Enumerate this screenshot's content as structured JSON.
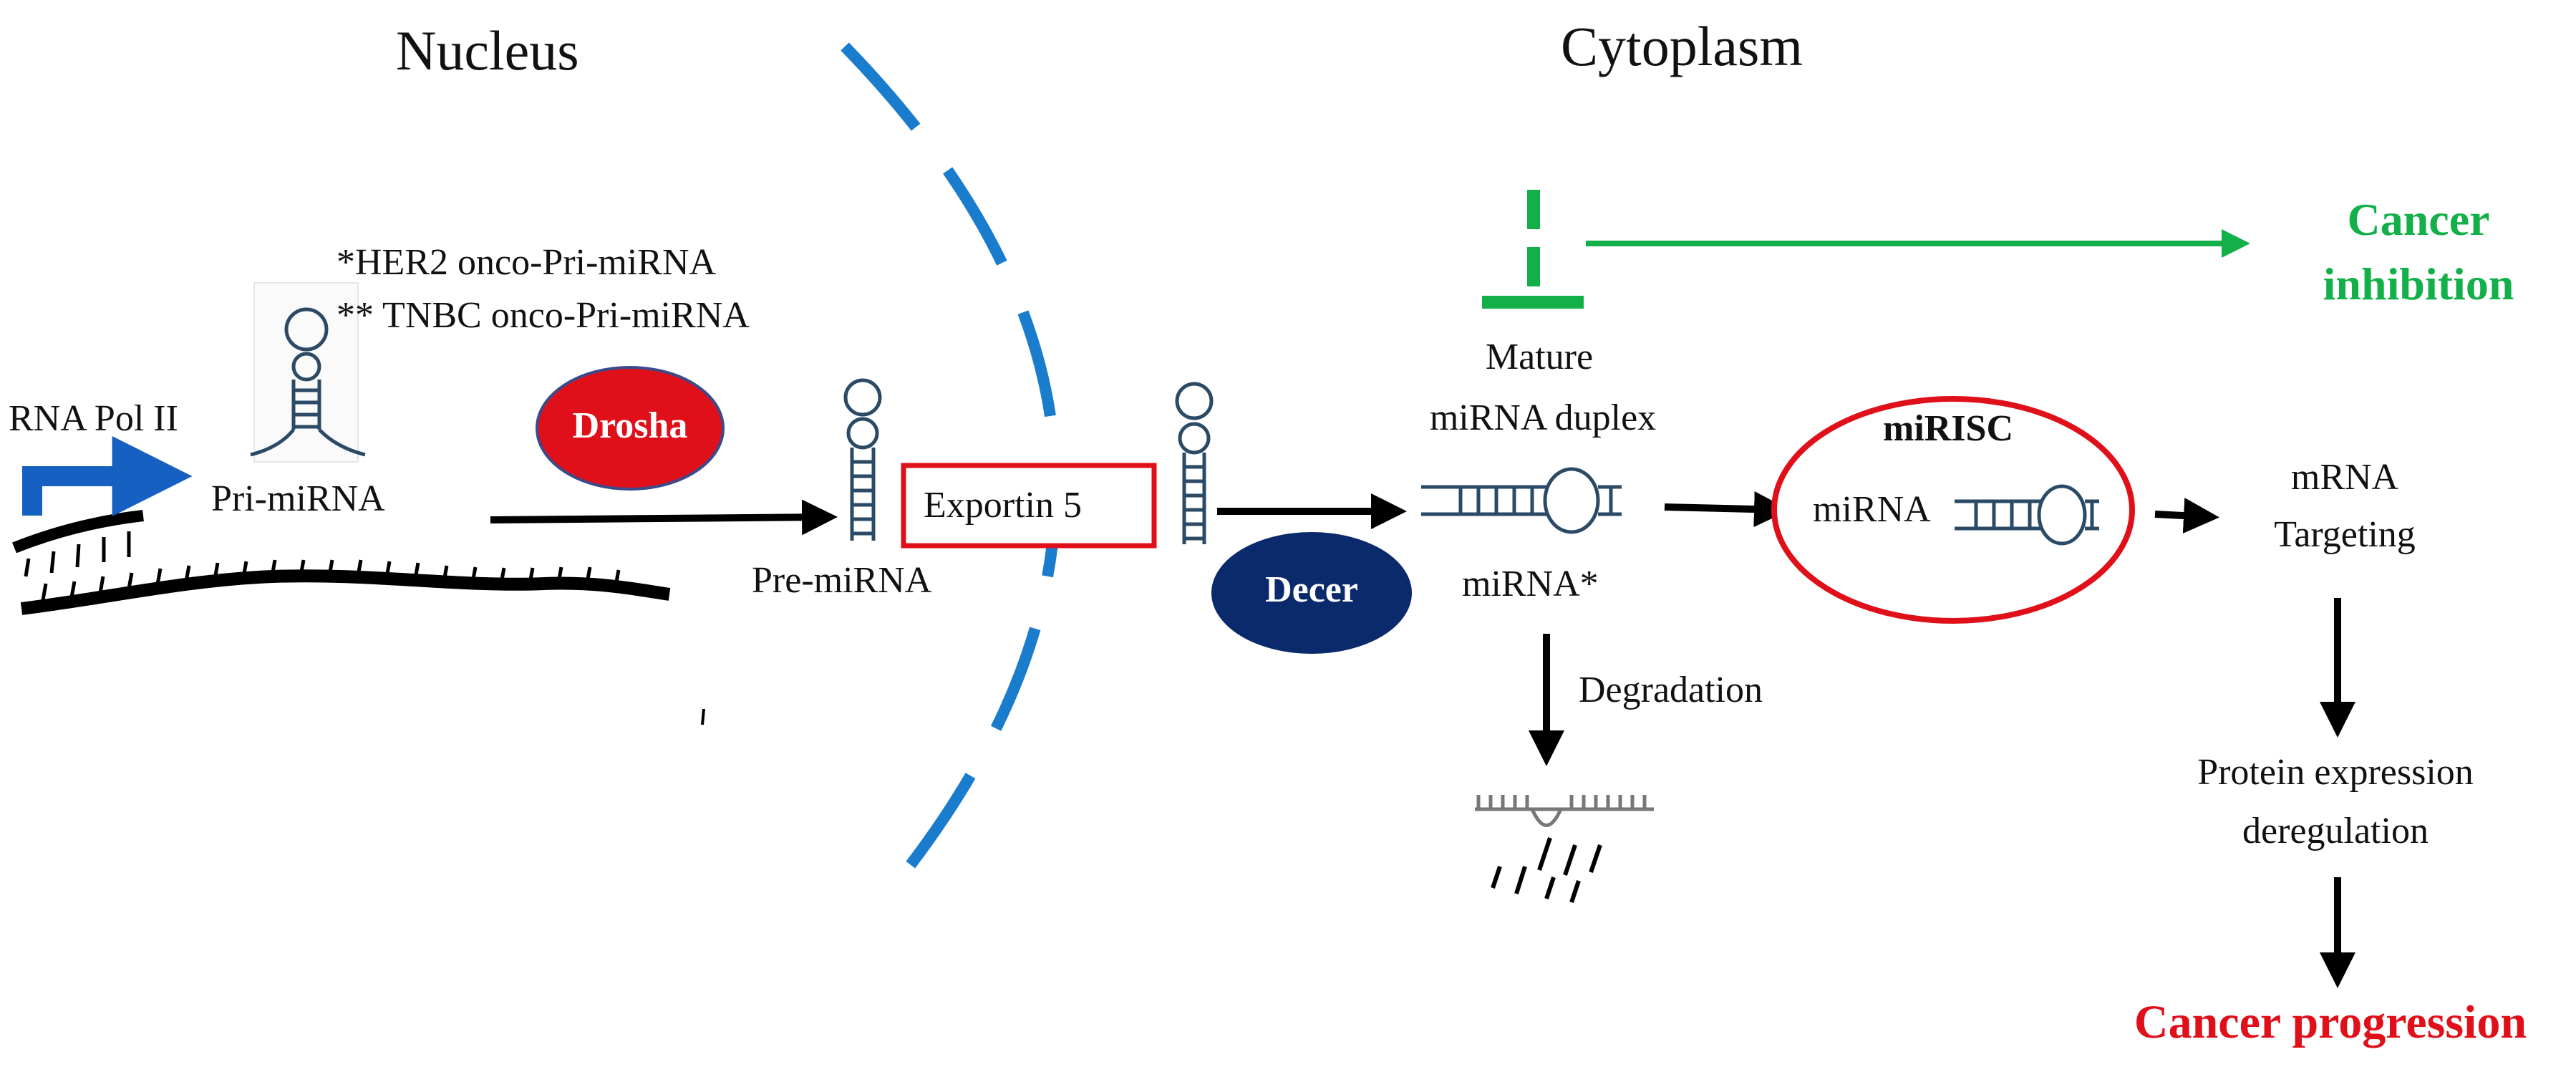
{
  "regions": {
    "nucleus": "Nucleus",
    "cytoplasm": "Cytoplasm"
  },
  "labels": {
    "her2": "*HER2 onco-Pri-miRNA",
    "tnbc": "** TNBC onco-Pri-miRNA",
    "rna_pol": "RNA Pol II",
    "pri_mirna": "Pri-miRNA",
    "drosha": "Drosha",
    "pre_mirna": "Pre-miRNA",
    "exportin": "Exportin 5",
    "decer": "Decer",
    "mature_1": "Mature",
    "mature_2": "miRNA duplex",
    "mirna_star": "miRNA*",
    "degradation": "Degradation",
    "mirisc": "miRISC",
    "mirna": "miRNA",
    "mrna": "mRNA",
    "targeting": "Targeting",
    "protein_1": "Protein expression",
    "protein_2": "deregulation",
    "cancer_inhibition_1": "Cancer",
    "cancer_inhibition_2": "inhibition",
    "cancer_progression": "Cancer progression"
  },
  "colors": {
    "membrane": "#1a7ccc",
    "drosha": "#e0101a",
    "decer": "#0b2a6b",
    "inhibition": "#13b04a",
    "progression": "#e0101a",
    "pol_arrow": "#1560c0"
  }
}
